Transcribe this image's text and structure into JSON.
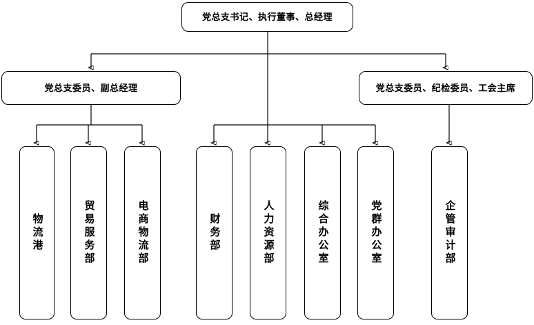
{
  "diagram": {
    "type": "organization-chart",
    "orientation": "top-down",
    "background_color": "#ffffff",
    "line_color": "#000000",
    "box_border_color": "#000000",
    "box_fill_color": "#ffffff"
  },
  "levels": {
    "level1": {
      "nodes": [
        {
          "id": "top",
          "label": "党总支书记、执行董事、总经理"
        }
      ]
    },
    "level2": {
      "nodes": [
        {
          "id": "deputy-gm",
          "label": "党总支委员、副总经理"
        },
        {
          "id": "discipline-union",
          "label": "党总支委员、纪检委员、工会主席"
        }
      ]
    },
    "level3": {
      "nodes": [
        {
          "id": "dept-1",
          "label": "物流港"
        },
        {
          "id": "dept-2",
          "label": "贸易服务部"
        },
        {
          "id": "dept-3",
          "label": "电商物流部"
        },
        {
          "id": "dept-4",
          "label": "财务部"
        },
        {
          "id": "dept-5",
          "label": "人力资源部"
        },
        {
          "id": "dept-6",
          "label": "综合办公室"
        },
        {
          "id": "dept-7",
          "label": "党群办公室"
        },
        {
          "id": "dept-8",
          "label": "企管审计部"
        }
      ]
    }
  }
}
